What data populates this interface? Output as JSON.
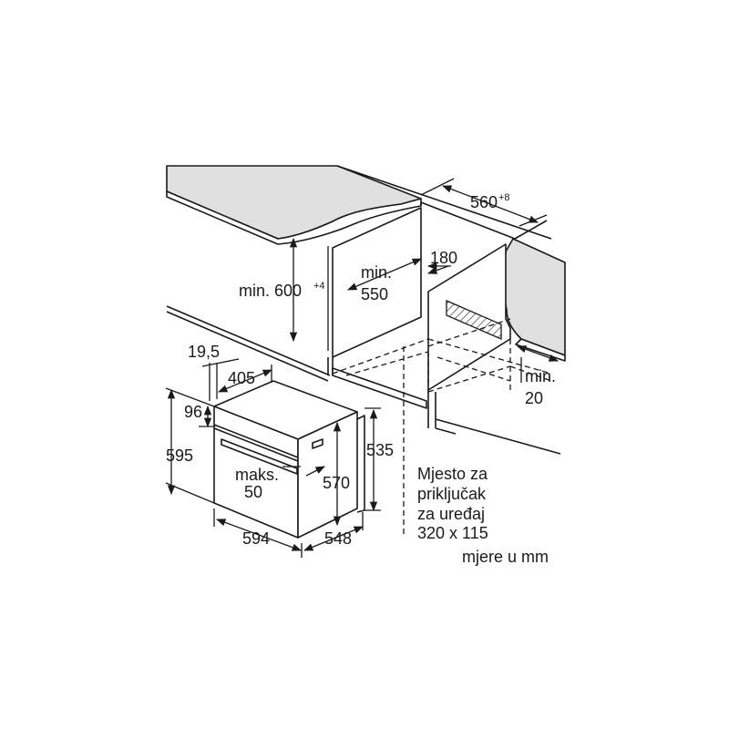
{
  "colors": {
    "line": "#1a1a1a",
    "surface": "#e0e0e0",
    "background": "#ffffff"
  },
  "dimensions": {
    "cabinet_width_main": "560",
    "cabinet_width_sup": "+8",
    "height_min": "min. 600",
    "height_sup": "+4",
    "depth_min_line1": "min.",
    "depth_min_line2": "550",
    "vent_180": "180",
    "gap_min_line1": "min.",
    "gap_min_line2": "20",
    "oven_19_5": "19,5",
    "oven_405": "405",
    "oven_96": "96",
    "oven_595": "595",
    "handle_max_line1": "maks.",
    "handle_max_line2": "50",
    "oven_570": "570",
    "oven_535": "535",
    "oven_594": "594",
    "oven_548": "548"
  },
  "notes": {
    "connection_line1": "Mjesto za",
    "connection_line2": "priključak",
    "connection_line3": "za uređaj",
    "connection_line4": "320 x 115",
    "units": "mjere u mm"
  }
}
